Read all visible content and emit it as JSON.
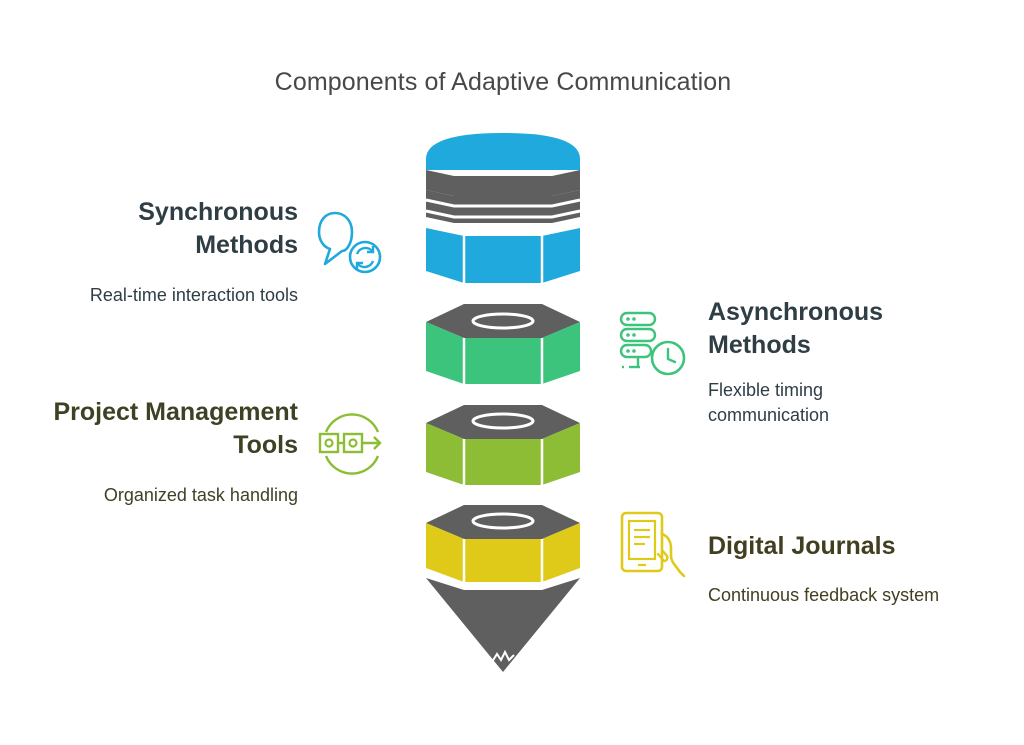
{
  "title": "Components of Adaptive Communication",
  "components": [
    {
      "heading_line1": "Synchronous",
      "heading_line2": "Methods",
      "description": "Real-time interaction tools",
      "color": "#1fa9dd",
      "text_color": "#2f3d45",
      "icon": "chat-refresh-icon"
    },
    {
      "heading_line1": "Asynchronous",
      "heading_line2": "Methods",
      "description_line1": "Flexible timing",
      "description_line2": "communication",
      "color": "#3cc47c",
      "text_color": "#2f3d45",
      "icon": "server-clock-icon"
    },
    {
      "heading_line1": "Project Management",
      "heading_line2": "Tools",
      "description": "Organized task handling",
      "color": "#8cbd34",
      "text_color": "#3d4224",
      "icon": "workflow-nodes-icon"
    },
    {
      "heading": "Digital Journals",
      "description": "Continuous feedback system",
      "color": "#dfca1a",
      "text_color": "#423f21",
      "icon": "tablet-hand-icon"
    }
  ],
  "colors": {
    "gray": "#5f5f5f",
    "blue": "#1fa9dd",
    "green": "#3cc47c",
    "lime": "#8cbd34",
    "yellow": "#dfca1a"
  }
}
